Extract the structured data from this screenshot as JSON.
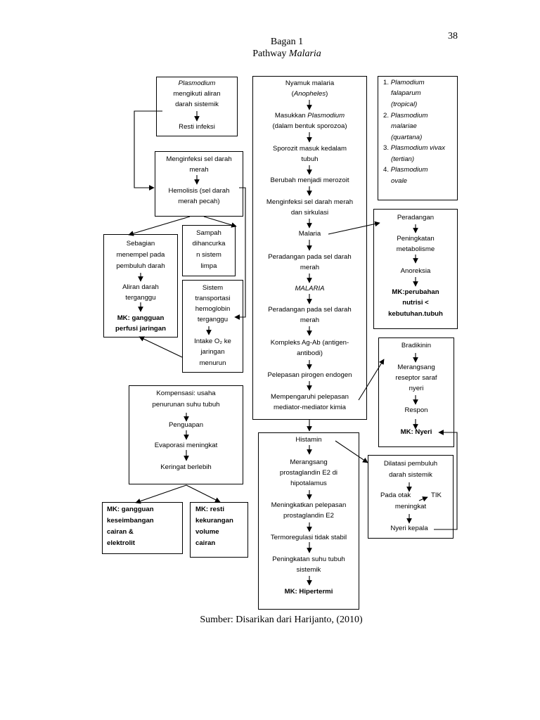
{
  "page_number": "38",
  "title_line1": "Bagan 1",
  "title_line2_prefix": "Pathway ",
  "title_line2_italic": "Malaria",
  "source": "Sumber: Disarikan dari Harijanto, (2010)",
  "left_top": {
    "plasmodium": "Plasmodium",
    "line2": "mengikuti aliran",
    "line3": "darah sistemik",
    "resti": "Resti infeksi"
  },
  "menginfeksi": {
    "line1": "Menginfeksi sel darah",
    "line2": "merah",
    "hem1": "Hemolisis (sel darah",
    "hem2": "merah pecah)"
  },
  "sebagian": [
    "Sebagian",
    "menempel pada",
    "pembuluh darah"
  ],
  "aliran": [
    "Aliran darah",
    "terganggu"
  ],
  "mk_perfusi": [
    "MK: gangguan",
    "perfusi jaringan"
  ],
  "sampah": [
    "Sampah",
    "dihancurka",
    "n sistem",
    "limpa"
  ],
  "sistem": [
    "Sistem",
    "transportasi",
    "hemoglobin",
    "terganggu"
  ],
  "intake": [
    "Intake O₂ ke",
    "jaringan",
    "menurun"
  ],
  "kompensasi": {
    "l1": "Kompensasi: usaha",
    "l2": "penurunan suhu tubuh",
    "penguapan": "Penguapan",
    "evaporasi": "Evaporasi meningkat",
    "keringat": "Keringat berlebih"
  },
  "mk_cairan": [
    "MK: gangguan",
    "keseimbangan",
    "cairan &",
    "elektrolit"
  ],
  "mk_volume": [
    "MK: resti",
    "kekurangan",
    "volume",
    "cairan"
  ],
  "center": {
    "nyamuk1": "Nyamuk malaria",
    "nyamuk2_open": "(",
    "nyamuk2_italic": "Anopheles",
    "nyamuk2_close": ")",
    "masukkan_prefix": "Masukkan ",
    "masukkan_italic": "Plasmodium",
    "masukkan2": "(dalam bentuk sporozoa)",
    "sporozit1": "Sporozit masuk kedalam",
    "sporozit2": "tubuh",
    "berubah": "Berubah menjadi merozoit",
    "meng1": "Menginfeksi sel darah merah",
    "meng2": "dan sirkulasi",
    "malaria": "Malaria",
    "perad1a": "Peradangan pada sel darah",
    "perad1b": "merah",
    "malaria_caps": "MALARIA",
    "perad2a": "Peradangan pada sel darah",
    "perad2b": "merah",
    "kompleks1": "Kompleks Ag-Ab (antigen-",
    "kompleks2": "antibodi)",
    "pelepasan": "Pelepasan pirogen endogen",
    "mempeng1": "Mempengaruhi pelepasan",
    "mempeng2": "mediator-mediator kimia"
  },
  "histamin": {
    "histamin": "Histamin",
    "mer1": "Merangsang",
    "mer2": "prostaglandin E2 di",
    "mer3": "hipotalamus",
    "mening1": "Meningkatkan pelepasan",
    "mening2": "prostaglandin E2",
    "termo": "Termoregulasi tidak stabil",
    "penink1": "Peningkatan suhu tubuh",
    "penink2": "sistemik",
    "mk": "MK: Hipertermi"
  },
  "species": [
    {
      "num": "1.",
      "name": "Plamodium",
      "sub1": "falaparum",
      "sub2": "(tropical)"
    },
    {
      "num": "2.",
      "name": "Plasmodium",
      "sub1": "malariae",
      "sub2": "(quartana)"
    },
    {
      "num": "3.",
      "name": "Plasmodium vivax",
      "sub1": "(tertian)",
      "sub2": ""
    },
    {
      "num": "4.",
      "name": "Plasmodium",
      "sub1": "ovale",
      "sub2": ""
    }
  ],
  "peradangan": {
    "title": "Peradangan",
    "pen1": "Peningkatan",
    "pen2": "metabolisme",
    "anoreksia": "Anoreksia",
    "mk1": "MK:perubahan",
    "mk2": "nutrisi <",
    "mk3": "kebutuhan.tubuh"
  },
  "bradikinin": {
    "title": "Bradikinin",
    "m1": "Merangsang",
    "m2": "reseptor saraf",
    "m3": "nyeri",
    "respon": "Respon",
    "mk": "MK: Nyeri"
  },
  "dilatasi": {
    "d1": "Dilatasi pembuluh",
    "d2": "darah sistemik",
    "pada": "Pada otak",
    "tik": "TIK",
    "meningkat": "meningkat",
    "nyeri": "Nyeri kepala"
  }
}
